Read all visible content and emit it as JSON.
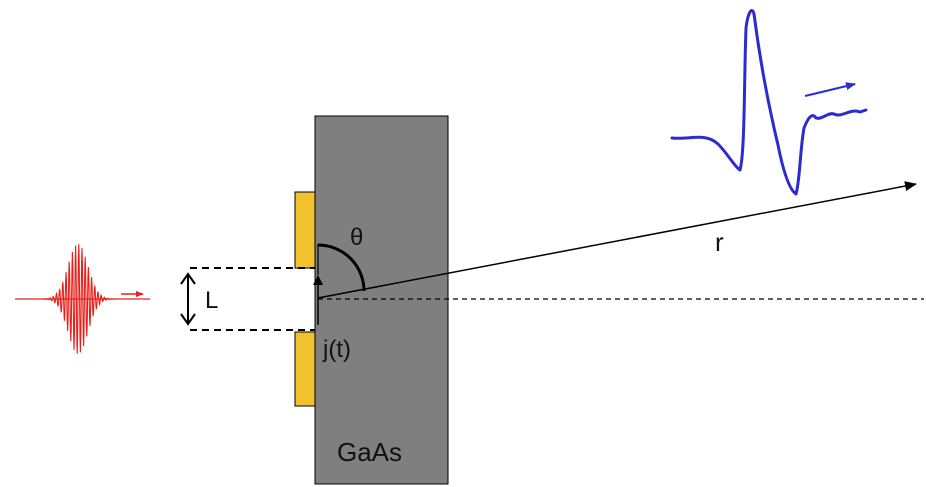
{
  "labels": {
    "theta": "θ",
    "r": "r",
    "gap": "L",
    "current": "j(t)",
    "substrate": "GaAs"
  },
  "colors": {
    "substrate": "#7f7f7f",
    "electrode": "#f2c12e",
    "laser_pulse": "#e8201c",
    "thz_pulse": "#2b2bd0",
    "line": "#000000"
  }
}
